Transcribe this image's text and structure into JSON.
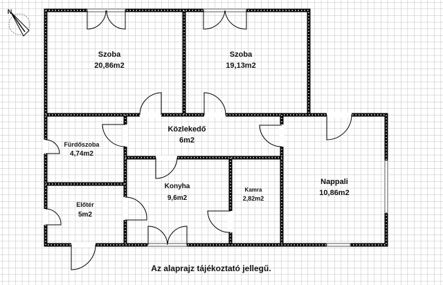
{
  "rooms": [
    {
      "name": "Szoba",
      "area": "20,86m2"
    },
    {
      "name": "Szoba",
      "area": "19,13m2"
    },
    {
      "name": "Közlekedő",
      "area": "6m2"
    },
    {
      "name": "Fürdőszoba",
      "area": "4,74m2"
    },
    {
      "name": "Előtér",
      "area": "5m2"
    },
    {
      "name": "Konyha",
      "area": "9,6m2"
    },
    {
      "name": "Kamra",
      "area": "2,82m2"
    },
    {
      "name": "Nappali",
      "area": "10,86m2"
    }
  ],
  "compass": {
    "label": "N",
    "icon": "north-arrow-icon"
  },
  "note": "Az alaprajz tájékoztató jellegű.",
  "colors": {
    "wall": "#000000",
    "grid": "#b8b8b8",
    "background": "#ffffff"
  }
}
